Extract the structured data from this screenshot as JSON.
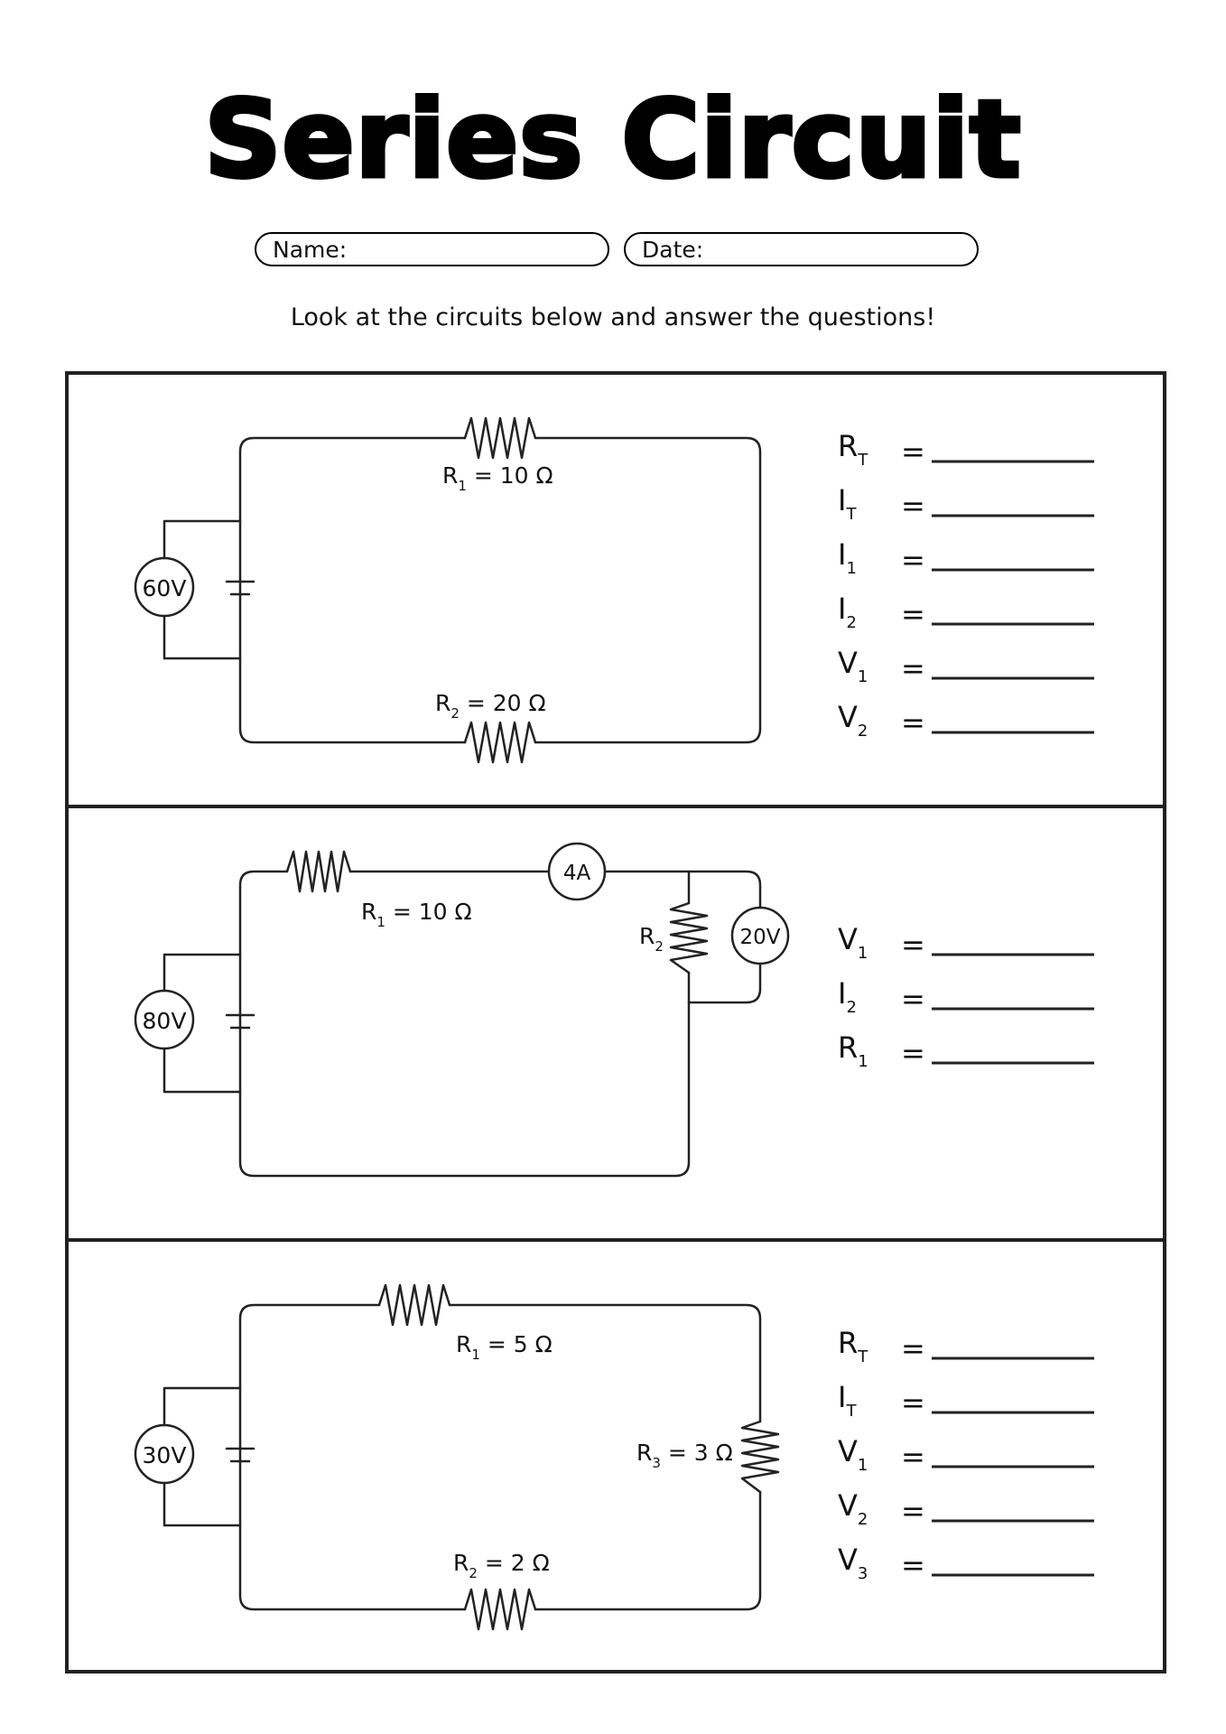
{
  "title": "Series Circuit",
  "header": {
    "name_label": "Name:",
    "date_label": "Date:"
  },
  "instructions": "Look at the circuits below and answer the questions!",
  "circuits": [
    {
      "battery": "60V",
      "labels": [
        {
          "main": "R",
          "sub": "1",
          "rest": " = 10 Ω"
        },
        {
          "main": "R",
          "sub": "2",
          "rest": " = 20 Ω"
        }
      ],
      "questions": [
        {
          "sym": "R",
          "sub": "T",
          "eq": "="
        },
        {
          "sym": "I",
          "sub": "T",
          "eq": "="
        },
        {
          "sym": "I",
          "sub": "1",
          "eq": "="
        },
        {
          "sym": "I",
          "sub": "2",
          "eq": "="
        },
        {
          "sym": "V",
          "sub": "1",
          "eq": "="
        },
        {
          "sym": "V",
          "sub": "2",
          "eq": "="
        }
      ]
    },
    {
      "battery": "80V",
      "ammeter": "4A",
      "voltmeter": "20V",
      "labels": [
        {
          "main": "R",
          "sub": "1",
          "rest": " = 10 Ω"
        },
        {
          "main": "R",
          "sub": "2",
          "rest": ""
        }
      ],
      "questions": [
        {
          "sym": "V",
          "sub": "1",
          "eq": "="
        },
        {
          "sym": "I",
          "sub": "2",
          "eq": "="
        },
        {
          "sym": "R",
          "sub": "1",
          "eq": "="
        }
      ]
    },
    {
      "battery": "30V",
      "labels": [
        {
          "main": "R",
          "sub": "1",
          "rest": " = 5 Ω"
        },
        {
          "main": "R",
          "sub": "3",
          "rest": " = 3 Ω"
        },
        {
          "main": "R",
          "sub": "2",
          "rest": " = 2 Ω"
        }
      ],
      "questions": [
        {
          "sym": "R",
          "sub": "T",
          "eq": "="
        },
        {
          "sym": "I",
          "sub": "T",
          "eq": "="
        },
        {
          "sym": "V",
          "sub": "1",
          "eq": "="
        },
        {
          "sym": "V",
          "sub": "2",
          "eq": "="
        },
        {
          "sym": "V",
          "sub": "3",
          "eq": "="
        }
      ]
    }
  ]
}
